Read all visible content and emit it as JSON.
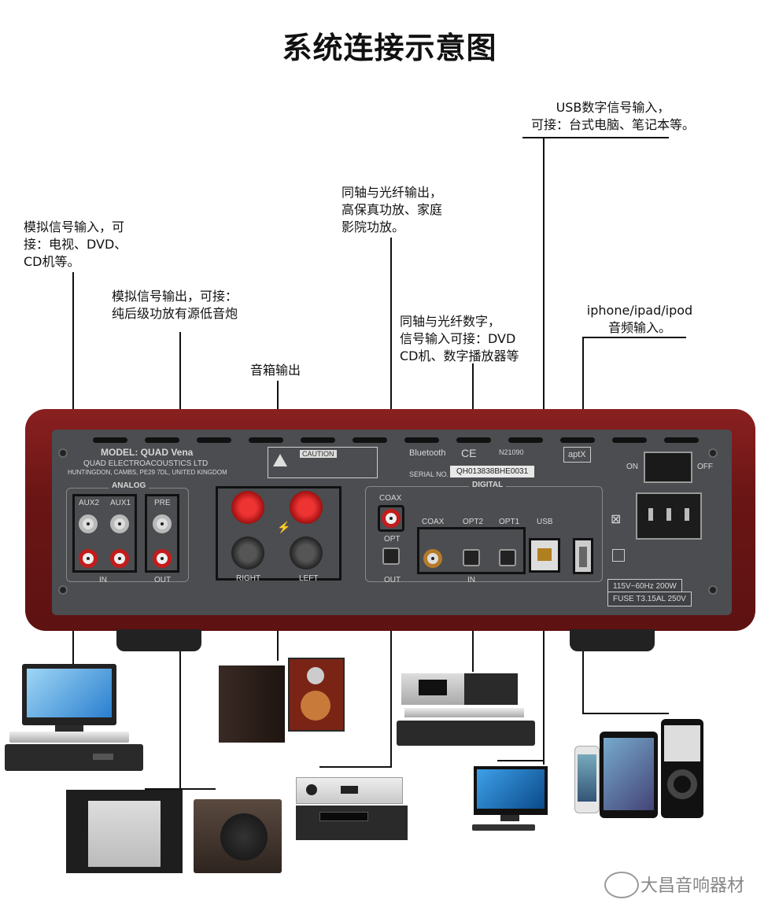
{
  "title": "系统连接示意图",
  "annotations": {
    "usb": "USB数字信号输入，\n可接：台式电脑、笔记本等。",
    "analog_in": "模拟信号输入，可\n接：电视、DVD、\nCD机等。",
    "analog_out": "模拟信号输出，可接：\n纯后级功放有源低音炮",
    "coax_opt_out": "同轴与光纤输出，\n高保真功放、家庭\n影院功放。",
    "coax_opt_in": "同轴与光纤数字，\n信号输入可接：DVD\nCD机、数字播放器等",
    "iphone": "iphone/ipad/ipod\n音频输入。",
    "speaker": "音箱输出"
  },
  "panel": {
    "model": "MODEL: QUAD Vena",
    "maker": "QUAD ELECTROACOUSTICS LTD",
    "address": "HUNTINGDON, CAMBS, PE29 7DL, UNITED KINGDOM",
    "analog": "ANALOG",
    "aux2": "AUX2",
    "aux1": "AUX1",
    "pre": "PRE",
    "in": "IN",
    "out": "OUT",
    "right": "RIGHT",
    "left": "LEFT",
    "caution": "CAUTION",
    "bluetooth": "Bluetooth",
    "ce": "CE",
    "n_code": "N21090",
    "serial_label": "SERIAL NO.",
    "serial": "QH013838BHE0031",
    "digital": "DIGITAL",
    "coax_out": "COAX",
    "opt_out": "OPT",
    "out2": "OUT",
    "coax_in": "COAX",
    "opt2": "OPT2",
    "opt1": "OPT1",
    "usb": "USB",
    "in2": "IN",
    "aptx": "aptX",
    "on": "ON",
    "off": "OFF",
    "power": "115V~60Hz 200W",
    "fuse": "FUSE  T3.15AL 250V"
  },
  "watermark": "大昌音响器材",
  "colors": {
    "chassis": "#7a1c1c",
    "panel": "#4b4d50",
    "binding_red": "#c41c1c"
  }
}
